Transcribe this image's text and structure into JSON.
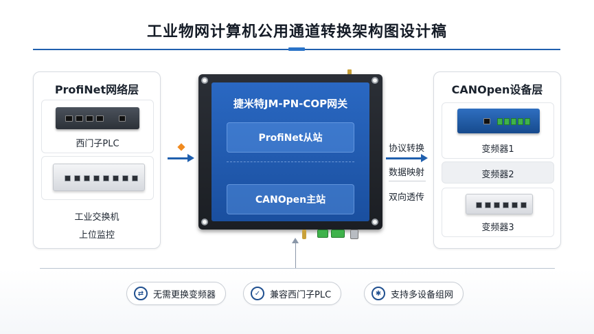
{
  "title": "工业物网计算机公用通道转换架构图设计稿",
  "colors": {
    "accent": "#1f5fae",
    "gateway_blue": "#2a68c2",
    "marker": "#f08a1f"
  },
  "left_panel": {
    "title": "ProfiNet网络层",
    "devices": [
      {
        "label": "西门子PLC"
      },
      {
        "label": "工业交换机"
      },
      {
        "label": "上位监控"
      }
    ]
  },
  "gateway": {
    "title": "捷米特JM-PN-COP网关",
    "slave": "ProfiNet从站",
    "master": "CANOpen主站"
  },
  "features": [
    "协议转换",
    "数据映射",
    "双向透传"
  ],
  "right_panel": {
    "title": "CANOpen设备层",
    "devices": [
      {
        "label": "变频器1"
      },
      {
        "label": "变频器2"
      },
      {
        "label": "变频器3"
      }
    ]
  },
  "benefits": [
    {
      "label": "无需更换变频器",
      "icon": "swap-icon"
    },
    {
      "label": "兼容西门子PLC",
      "icon": "shield-check-icon"
    },
    {
      "label": "支持多设备组网",
      "icon": "network-icon"
    }
  ]
}
